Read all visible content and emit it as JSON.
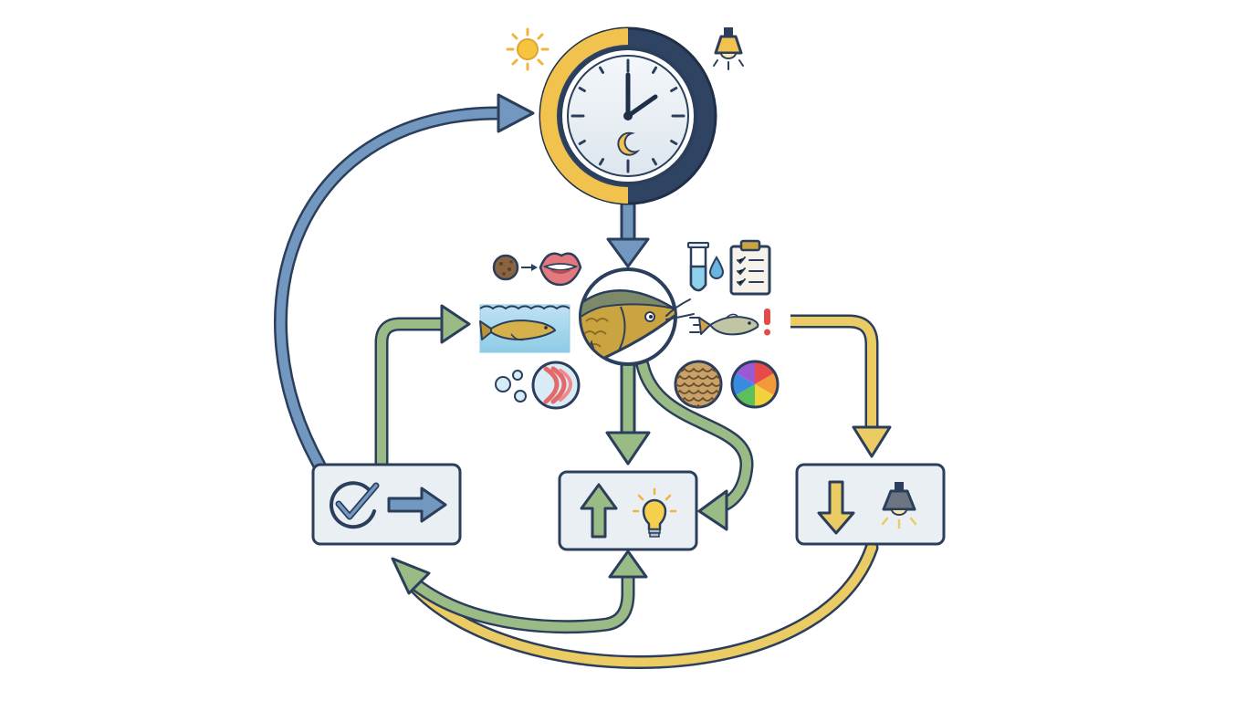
{
  "diagram": {
    "nodes": [
      {
        "id": "clock",
        "kind": "day-night-clock",
        "icons": [
          "sun-icon",
          "ceiling-lamp-icon",
          "moon-icon"
        ]
      },
      {
        "id": "fish",
        "kind": "arowana-fish-circle"
      },
      {
        "id": "box-continue",
        "kind": "process-box",
        "icons": [
          "check-circle-icon",
          "right-arrow-icon"
        ]
      },
      {
        "id": "box-increase-light",
        "kind": "process-box",
        "icons": [
          "up-arrow-icon",
          "lightbulb-icon"
        ]
      },
      {
        "id": "box-dim-light",
        "kind": "process-box",
        "icons": [
          "down-arrow-icon",
          "dim-lamp-icon"
        ]
      }
    ],
    "indicators": [
      "food-pellet-icon",
      "mouth-icon",
      "aquarium-fish-icon",
      "bubbles-icon",
      "gills-icon",
      "test-tube-icon",
      "water-drop-icon",
      "clipboard-checklist-icon",
      "darting-fish-icon",
      "exclamation-icon",
      "scales-pattern-icon",
      "color-wheel-icon"
    ],
    "edges": [
      {
        "from": "box-continue",
        "to": "clock",
        "color": "blue"
      },
      {
        "from": "clock",
        "to": "fish",
        "color": "blue"
      },
      {
        "from": "box-continue",
        "to": "aquarium-indicator",
        "color": "green"
      },
      {
        "from": "fish",
        "to": "box-increase-light",
        "color": "green"
      },
      {
        "from": "fish",
        "to": "box-increase-light",
        "color": "green",
        "style": "curved"
      },
      {
        "from": "stress-indicator",
        "to": "box-dim-light",
        "color": "yellow"
      },
      {
        "from": "box-dim-light",
        "to": "box-continue",
        "color": "yellow"
      },
      {
        "from": "box-continue",
        "to": "box-increase-light",
        "color": "green"
      }
    ],
    "colors": {
      "outline": "#2b3f5c",
      "blue": "#7398c0",
      "green": "#9bbb86",
      "yellow": "#ebcb63",
      "box_fill": "#eaeff4",
      "clock_dark": "#2e4462",
      "clock_day": "#f2c24f"
    }
  }
}
